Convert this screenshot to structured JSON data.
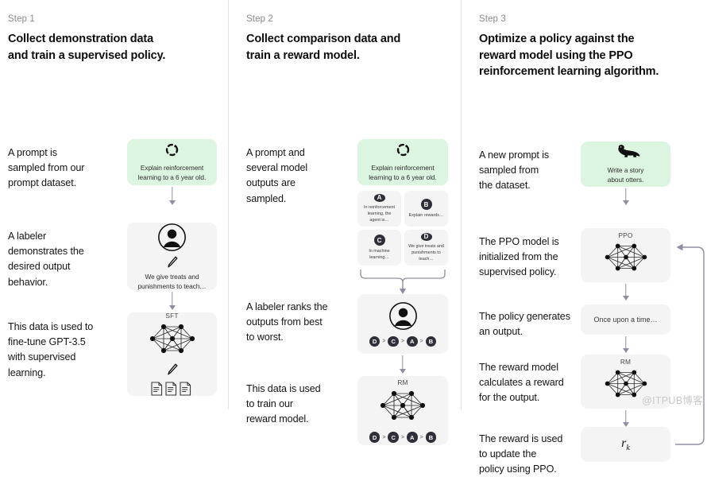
{
  "diagram": {
    "title": "RLHF three-step training diagram",
    "watermark": "@ITPUB博客",
    "accent_green": "#dcf5e0",
    "card_gray": "#f4f4f4",
    "arrow_color": "#8f8fa3",
    "badge_color": "#2f2f3a"
  },
  "steps": [
    {
      "label": "Step 1",
      "title_line1": "Collect demonstration data",
      "title_line2": "and train a supervised policy.",
      "captions": [
        {
          "l1": "A prompt is",
          "l2": "sampled from our",
          "l3": "prompt dataset."
        },
        {
          "l1": "A labeler",
          "l2": "demonstrates the",
          "l3": "desired output",
          "l4": "behavior."
        },
        {
          "l1": "This data is used to",
          "l2": "fine-tune GPT-3.5",
          "l3": "with supervised",
          "l4": "learning."
        }
      ],
      "cards": [
        {
          "kind": "prompt",
          "icon": "dashed-circle-icon",
          "text_l1": "Explain reinforcement",
          "text_l2": "learning to a 6 year old."
        },
        {
          "kind": "labeler",
          "icon": "person-icon",
          "pencil": "pencil-icon",
          "text_l1": "We give treats and",
          "text_l2": "punishments to teach…"
        },
        {
          "kind": "model",
          "title": "SFT",
          "icon": "neural-network-icon",
          "pencil": "pencil-icon",
          "docs": "documents-icon"
        }
      ]
    },
    {
      "label": "Step 2",
      "title_line1": "Collect comparison data and",
      "title_line2": "train a reward model.",
      "captions": [
        {
          "l1": "A prompt and",
          "l2": "several model",
          "l3": "outputs are",
          "l4": "sampled."
        },
        {
          "l1": "A labeler ranks the",
          "l2": "outputs from best",
          "l3": "to worst."
        },
        {
          "l1": "This data is used",
          "l2": "to train our",
          "l3": "reward model."
        }
      ],
      "cards": [
        {
          "kind": "prompt",
          "icon": "dashed-circle-icon",
          "text_l1": "Explain reinforcement",
          "text_l2": "learning to a 6 year old."
        },
        {
          "kind": "labeler-rank",
          "icon": "person-icon"
        },
        {
          "kind": "model",
          "title": "RM",
          "icon": "neural-network-icon"
        }
      ],
      "outputs": [
        {
          "badge": "A",
          "t1": "In reinforcement",
          "t2": "learning, the",
          "t3": "agent is…"
        },
        {
          "badge": "B",
          "t1": "Explain rewards…",
          "t2": "",
          "t3": ""
        },
        {
          "badge": "C",
          "t1": "In machine",
          "t2": "learning…",
          "t3": ""
        },
        {
          "badge": "D",
          "t1": "We give treats and",
          "t2": "punishments to",
          "t3": "teach…"
        }
      ],
      "ranking": [
        "D",
        "C",
        "A",
        "B"
      ],
      "ranking_separator": ">"
    },
    {
      "label": "Step 3",
      "title_line1": "Optimize a policy against the",
      "title_line2": "reward model using the PPO",
      "title_line3": "reinforcement learning algorithm.",
      "captions": [
        {
          "l1": "A new prompt is",
          "l2": "sampled from",
          "l3": "the dataset."
        },
        {
          "l1": "The PPO model is",
          "l2": "initialized from the",
          "l3": "supervised policy."
        },
        {
          "l1": "The policy generates",
          "l2": "an output."
        },
        {
          "l1": "The reward model",
          "l2": "calculates a reward",
          "l3": "for the output."
        },
        {
          "l1": "The reward is used",
          "l2": "to update the",
          "l3": "policy using PPO."
        }
      ],
      "cards": [
        {
          "kind": "prompt-otter",
          "icon": "otter-icon",
          "text_l1": "Write a story",
          "text_l2": "about otters."
        },
        {
          "kind": "model",
          "title": "PPO",
          "icon": "neural-network-icon"
        },
        {
          "kind": "output",
          "text_l1": "Once upon a time…"
        },
        {
          "kind": "model",
          "title": "RM",
          "icon": "neural-network-icon"
        },
        {
          "kind": "reward",
          "symbol": "r",
          "subscript": "k"
        }
      ]
    }
  ]
}
